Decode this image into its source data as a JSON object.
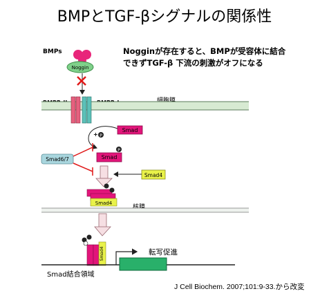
{
  "title": "BMPとTGF-βシグナルの関係性",
  "noggin_note": "Nogginが存在すると、BMPが受容体に結合\nできずTGF-β 下流の刺激がオフになる",
  "labels": {
    "bmps": "BMPs",
    "noggin": "Noggin",
    "bmpr2": "BMPR-II",
    "bmpr1": "BMPR-I",
    "cell_membrane": "細胞膜",
    "nuclear_membrane": "核膜",
    "smad": "Smad",
    "smad67": "Smad6/7",
    "smad4": "Smad4",
    "phosphate": "P",
    "transcription": "転写促進",
    "smad_binding_region": "Smad結合領域"
  },
  "citation": "J Cell Biochem. 2007;101:9-33.から改変",
  "colors": {
    "bmp": "#e8257a",
    "noggin": "#7fd08a",
    "smad": "#e2157a",
    "smad67": "#a9d6de",
    "smad4": "#e9f24a",
    "inhibit": "#e01818",
    "gene_box": "#29b06a"
  }
}
